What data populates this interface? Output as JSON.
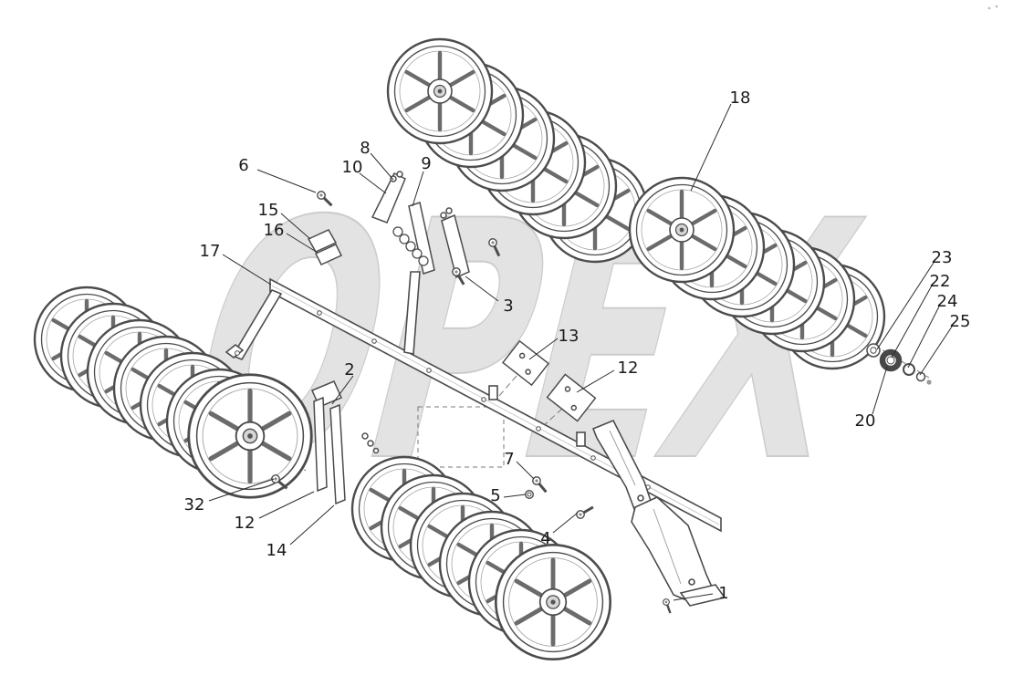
{
  "watermark": {
    "text": "OPEX"
  },
  "callouts": [
    {
      "id": "6",
      "label": "6"
    },
    {
      "id": "8",
      "label": "8"
    },
    {
      "id": "10",
      "label": "10"
    },
    {
      "id": "9",
      "label": "9"
    },
    {
      "id": "15",
      "label": "15"
    },
    {
      "id": "16",
      "label": "16"
    },
    {
      "id": "17",
      "label": "17"
    },
    {
      "id": "18",
      "label": "18"
    },
    {
      "id": "3",
      "label": "3"
    },
    {
      "id": "13",
      "label": "13"
    },
    {
      "id": "12-upper",
      "label": "12"
    },
    {
      "id": "23",
      "label": "23"
    },
    {
      "id": "22",
      "label": "22"
    },
    {
      "id": "24",
      "label": "24"
    },
    {
      "id": "25",
      "label": "25"
    },
    {
      "id": "20",
      "label": "20"
    },
    {
      "id": "2",
      "label": "2"
    },
    {
      "id": "7",
      "label": "7"
    },
    {
      "id": "5",
      "label": "5"
    },
    {
      "id": "4",
      "label": "4"
    },
    {
      "id": "32",
      "label": "32"
    },
    {
      "id": "12-lower",
      "label": "12"
    },
    {
      "id": "14",
      "label": "14"
    },
    {
      "id": "1",
      "label": "1"
    }
  ]
}
